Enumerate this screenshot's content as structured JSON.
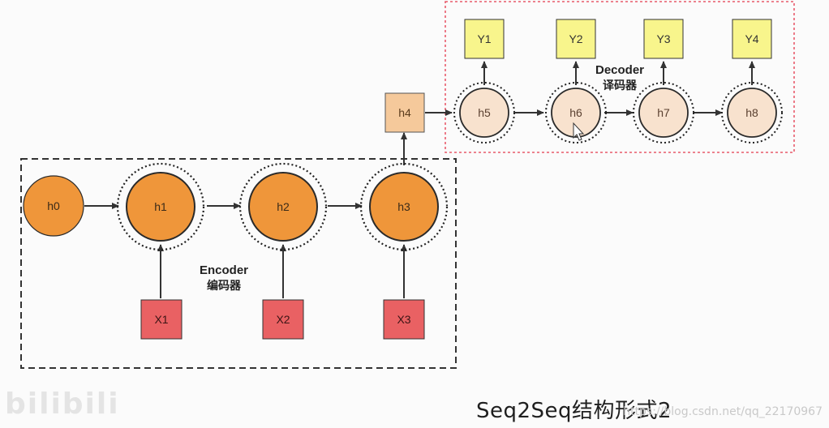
{
  "encoder_label": "Encoder",
  "encoder_label_cn": "编码器",
  "decoder_label": "Decoder",
  "decoder_label_cn": "译码器",
  "encoder_states": [
    "h0",
    "h1",
    "h2",
    "h3"
  ],
  "inputs": [
    "X1",
    "X2",
    "X3"
  ],
  "context": "h4",
  "decoder_states": [
    "h5",
    "h6",
    "h7",
    "h8"
  ],
  "outputs": [
    "Y1",
    "Y2",
    "Y3",
    "Y4"
  ],
  "caption": "Seq2Seq结构形式2",
  "watermark": "https://blog.csdn.net/qq_22170967",
  "bili_logo": "bilibili",
  "colors": {
    "encoder_node": "#ef963a",
    "decoder_node": "#f8e2ce",
    "context_node": "#f5c99b",
    "input_box": "#e96163",
    "output_box": "#f8f58c",
    "decoder_frame": "#e85b6b"
  }
}
